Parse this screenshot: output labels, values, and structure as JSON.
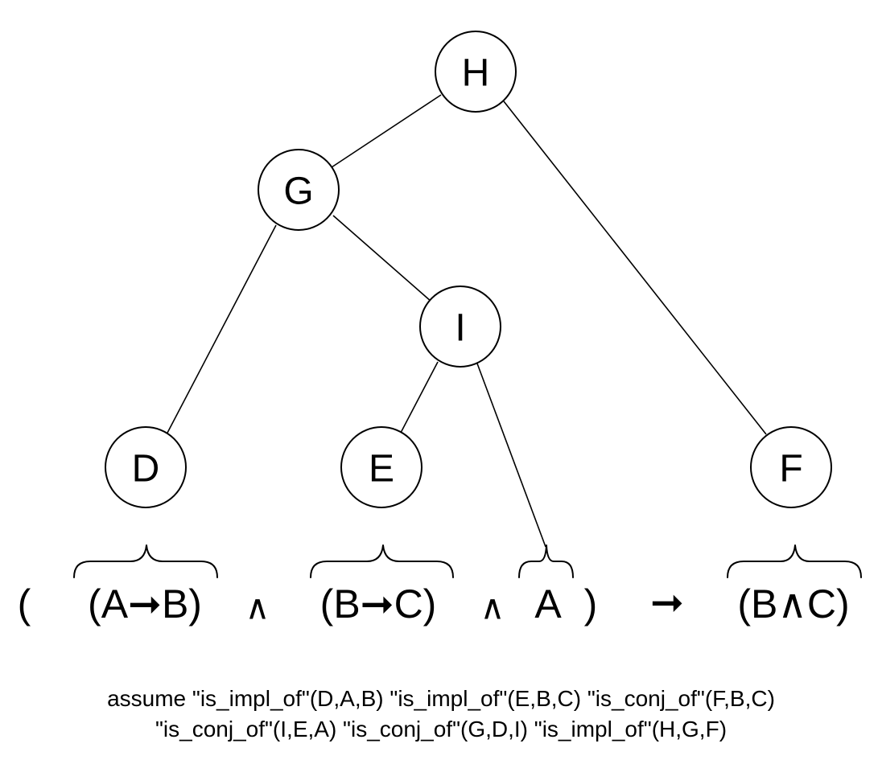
{
  "nodes": [
    {
      "id": "H",
      "label": "H"
    },
    {
      "id": "G",
      "label": "G"
    },
    {
      "id": "I",
      "label": "I"
    },
    {
      "id": "D",
      "label": "D"
    },
    {
      "id": "E",
      "label": "E"
    },
    {
      "id": "F",
      "label": "F"
    }
  ],
  "edges": [
    {
      "from": "H",
      "to": "G"
    },
    {
      "from": "H",
      "to": "F"
    },
    {
      "from": "G",
      "to": "D"
    },
    {
      "from": "G",
      "to": "I"
    },
    {
      "from": "I",
      "to": "E"
    },
    {
      "from": "I",
      "to": "A"
    }
  ],
  "formula": {
    "open_paren": "(",
    "ab": "(A➞B)",
    "and1": "∧",
    "bc": "(B➞C)",
    "and2": "∧",
    "a": "A",
    "close_paren": ")",
    "implies": "➞",
    "b_and_c": "(B∧C)"
  },
  "caption": {
    "line1": "assume \"is_impl_of\"(D,A,B) \"is_impl_of\"(E,B,C) \"is_conj_of\"(F,B,C)",
    "line2": "\"is_conj_of\"(I,E,A) \"is_conj_of\"(G,D,I) \"is_impl_of\"(H,G,F)"
  }
}
